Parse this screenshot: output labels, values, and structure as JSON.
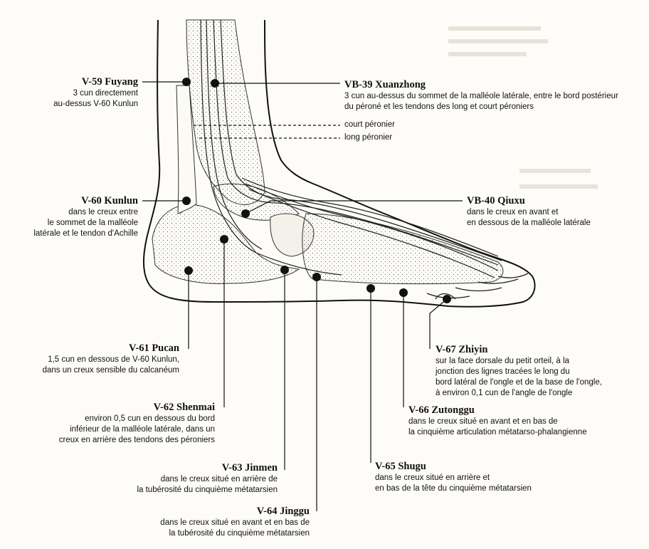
{
  "points": [
    {
      "code_name": "V-59 Fuyang",
      "desc": [
        "3 cun directement",
        "au-dessus V-60 Kunlun"
      ]
    },
    {
      "code_name": "VB-39 Xuanzhong",
      "desc": [
        "3 cun au-dessus du sommet de la malléole latérale, entre le bord postérieur",
        "du péroné et les tendons des long et court péroniers"
      ]
    },
    {
      "code_name": "V-60 Kunlun",
      "desc": [
        "dans le creux entre",
        "le sommet de la malléole",
        "latérale et le tendon d'Achille"
      ]
    },
    {
      "code_name": "VB-40 Qiuxu",
      "desc": [
        "dans le creux en avant et",
        "en dessous de la malléole latérale"
      ]
    },
    {
      "code_name": "V-61 Pucan",
      "desc": [
        "1,5 cun en dessous de V-60 Kunlun,",
        "dans un creux sensible du calcanéum"
      ]
    },
    {
      "code_name": "V-67 Zhiyin",
      "desc": [
        "sur la face dorsale du petit orteil, à la",
        "jonction des lignes tracées le long du",
        "bord latéral de l'ongle et de la base de l'ongle,",
        "à environ 0,1 cun de l'angle de l'ongle"
      ]
    },
    {
      "code_name": "V-62 Shenmai",
      "desc": [
        "environ 0,5 cun en dessous du bord",
        "inférieur de la malléole latérale, dans un",
        "creux en arrière des tendons des péroniers"
      ]
    },
    {
      "code_name": "V-66 Zutonggu",
      "desc": [
        "dans le creux situé en avant et en bas de",
        "la cinquième articulation métatarso-phalangienne"
      ]
    },
    {
      "code_name": "V-63 Jinmen",
      "desc": [
        "dans le creux situé en arrière de",
        "la tubérosité du cinquième métatarsien"
      ]
    },
    {
      "code_name": "V-65 Shugu",
      "desc": [
        "dans le creux situé en arrière et",
        "en bas de la tête du  cinquième métatarsien"
      ]
    },
    {
      "code_name": "V-64 Jinggu",
      "desc": [
        "dans le creux situé en avant et en bas de",
        "la tubérosité du cinquième métatarsien"
      ]
    }
  ],
  "tendons": {
    "court": "court péronier",
    "long": "long péronier"
  }
}
